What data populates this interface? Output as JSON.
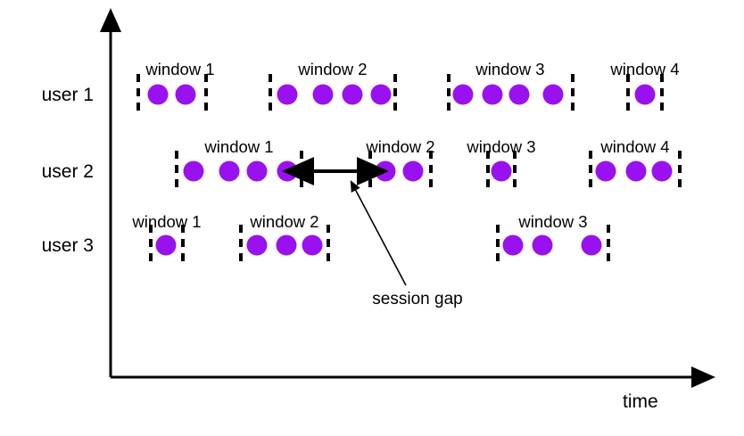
{
  "figure": {
    "title": "",
    "axes": {
      "x_axis_label": "time",
      "y_axis_label": "",
      "x_axis_arrow": "arrow-right",
      "y_axis_arrow": "arrow-up"
    },
    "annotation": {
      "label": "session gap",
      "describes": "gap between window 1 and window 2 of user 2",
      "arrow": "double-headed-arrow"
    },
    "colors": {
      "event_dot": "#9911ee",
      "axis": "#000000",
      "window_bracket": "#000000",
      "text": "#000000",
      "background": "#ffffff"
    },
    "rows": [
      {
        "user_label": "user 1",
        "windows": [
          {
            "label": "window 1",
            "event_count": 2
          },
          {
            "label": "window 2",
            "event_count": 4
          },
          {
            "label": "window 3",
            "event_count": 4
          },
          {
            "label": "window 4",
            "event_count": 1
          }
        ]
      },
      {
        "user_label": "user 2",
        "windows": [
          {
            "label": "window 1",
            "event_count": 4
          },
          {
            "label": "window 2",
            "event_count": 2
          },
          {
            "label": "window 3",
            "event_count": 1
          },
          {
            "label": "window 4",
            "event_count": 3
          }
        ]
      },
      {
        "user_label": "user 3",
        "windows": [
          {
            "label": "window 1",
            "event_count": 1
          },
          {
            "label": "window 2",
            "event_count": 3
          },
          {
            "label": "window 3",
            "event_count": 3
          }
        ]
      }
    ]
  },
  "chart_data": {
    "type": "scatter",
    "title": "",
    "xlabel": "time",
    "ylabel": "",
    "categories": [
      "user 1",
      "user 2",
      "user 3"
    ],
    "series": [
      {
        "name": "user 1",
        "row_y": 106,
        "windows": [
          {
            "name": "window 1",
            "label_x": 202,
            "label_y": 69,
            "left": 155,
            "right": 231,
            "events_x": [
              177,
              208
            ]
          },
          {
            "name": "window 2",
            "label_x": 373,
            "label_y": 69,
            "left": 303,
            "right": 443,
            "events_x": [
              322,
              362,
              395,
              427
            ]
          },
          {
            "name": "window 3",
            "label_x": 572,
            "label_y": 69,
            "left": 503,
            "right": 642,
            "events_x": [
              519,
              552,
              582,
              620
            ]
          },
          {
            "name": "window 4",
            "label_x": 723,
            "label_y": 69,
            "left": 704,
            "right": 742,
            "events_x": [
              723
            ]
          }
        ]
      },
      {
        "name": "user 2",
        "row_y": 192,
        "windows": [
          {
            "name": "window 1",
            "label_x": 268,
            "label_y": 156,
            "left": 198,
            "right": 338,
            "events_x": [
              217,
              257,
              288,
              322
            ]
          },
          {
            "name": "window 2",
            "label_x": 449,
            "label_y": 156,
            "left": 415,
            "right": 483,
            "events_x": [
              432,
              463
            ]
          },
          {
            "name": "window 3",
            "label_x": 562,
            "label_y": 156,
            "left": 547,
            "right": 577,
            "events_x": [
              562
            ]
          },
          {
            "name": "window 4",
            "label_x": 712,
            "label_y": 156,
            "left": 662,
            "right": 762,
            "events_x": [
              679,
              713,
              742
            ]
          }
        ]
      },
      {
        "name": "user 3",
        "row_y": 275,
        "windows": [
          {
            "name": "window 1",
            "label_x": 187,
            "label_y": 240,
            "left": 169,
            "right": 205,
            "events_x": [
              186
            ]
          },
          {
            "name": "window 2",
            "label_x": 319,
            "label_y": 240,
            "left": 270,
            "right": 368,
            "events_x": [
              288,
              321,
              350
            ]
          },
          {
            "name": "window 3",
            "label_x": 620,
            "label_y": 240,
            "left": 558,
            "right": 682,
            "events_x": [
              575,
              608,
              663
            ]
          }
        ]
      }
    ],
    "annotations": [
      {
        "text": "session gap",
        "x": 468,
        "y": 336,
        "points_to_x": 343,
        "points_to_y": 196
      }
    ],
    "grid": false,
    "legend": "none"
  }
}
